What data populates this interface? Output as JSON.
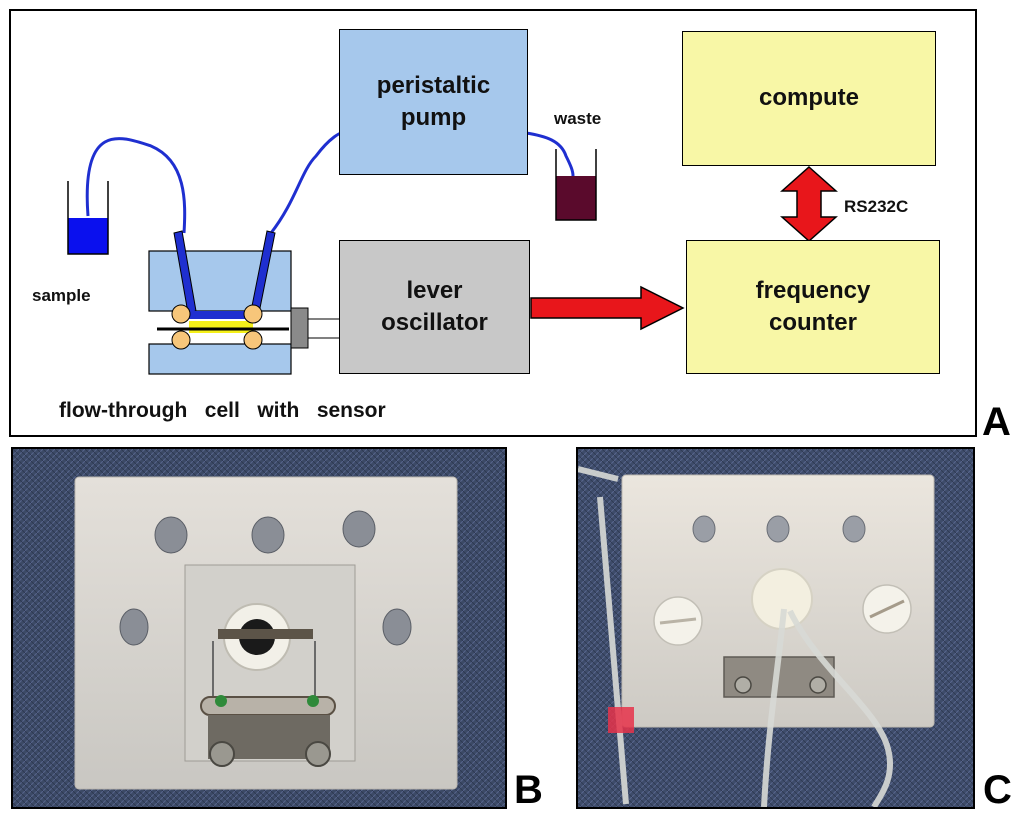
{
  "panel_a": {
    "letter": "A",
    "peristaltic_pump": "peristaltic\npump",
    "lever_oscillator": "lever\noscillator",
    "compute": "compute",
    "frequency_counter": "frequency\ncounter",
    "waste": "waste",
    "sample": "sample",
    "rs232c": "RS232C",
    "flow_cell_caption": "flow-through   cell   with   sensor"
  },
  "panel_b": {
    "letter": "B"
  },
  "panel_c": {
    "letter": "C"
  },
  "colors": {
    "blue_box": "#a6c8ec",
    "gray_box": "#c8c8c8",
    "yellow_box": "#f8f7a6",
    "tube_blue": "#1f2fd0",
    "sample_blue": "#0a10ee",
    "waste_liquid": "#5a0a2c",
    "arrow_red": "#e8161b",
    "bead_orange": "#f7c67a",
    "sensor_yellow": "#f5f01a"
  }
}
